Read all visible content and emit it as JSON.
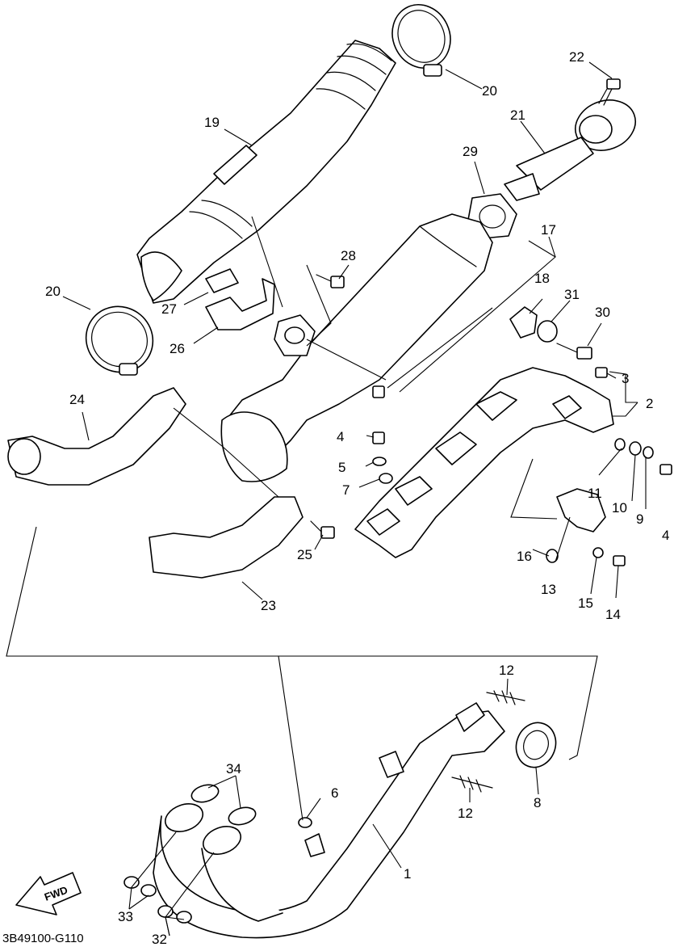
{
  "diagram": {
    "code": "3B49100-G110",
    "direction_label": "FWD",
    "callouts": [
      "1",
      "2",
      "3",
      "4",
      "4",
      "5",
      "6",
      "7",
      "8",
      "9",
      "10",
      "11",
      "12",
      "12",
      "13",
      "14",
      "15",
      "16",
      "17",
      "18",
      "19",
      "20",
      "20",
      "21",
      "22",
      "23",
      "24",
      "25",
      "26",
      "27",
      "28",
      "29",
      "30",
      "31",
      "32",
      "33",
      "34"
    ]
  }
}
